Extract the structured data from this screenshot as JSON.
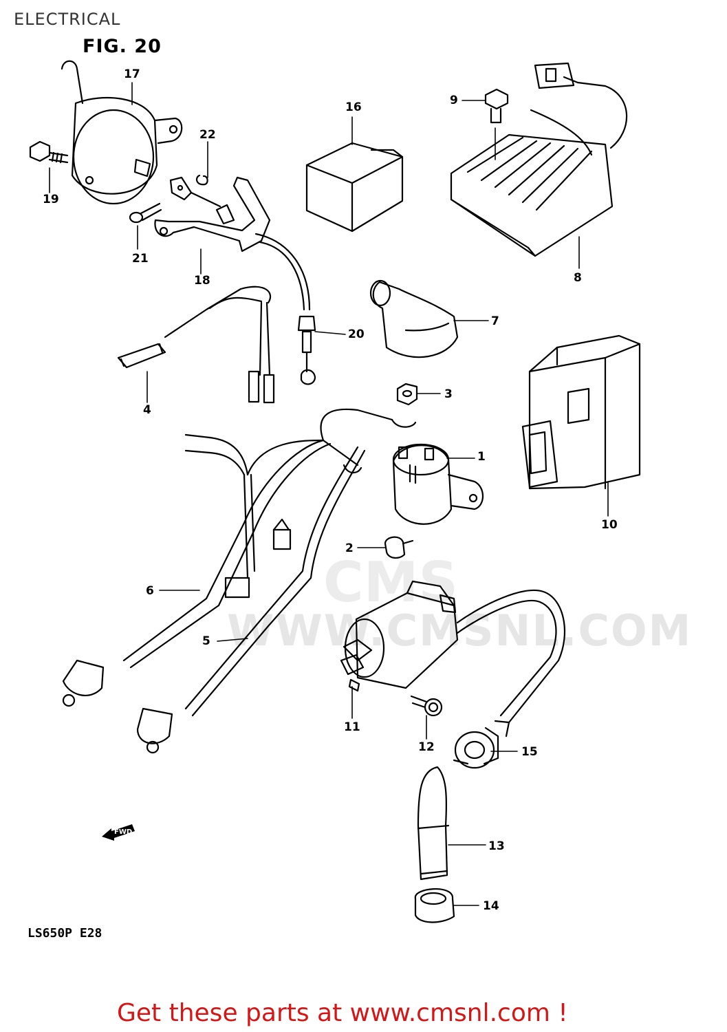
{
  "page": {
    "title": "ELECTRICAL",
    "figure": "FIG. 20",
    "model_code": "LS650P  E28",
    "cta": "Get these parts at www.cmsnl.com !",
    "watermark_main": "CMS",
    "watermark_url": "WWW.CMSNL.COM",
    "fwd_label": "FWD"
  },
  "callouts": {
    "c1": "1",
    "c2": "2",
    "c3": "3",
    "c4": "4",
    "c5": "5",
    "c6": "6",
    "c7": "7",
    "c8": "8",
    "c9": "9",
    "c10": "10",
    "c11": "11",
    "c12": "12",
    "c13": "13",
    "c14": "14",
    "c15": "15",
    "c16": "16",
    "c17": "17",
    "c18": "18",
    "c19": "19",
    "c20": "20",
    "c21": "21",
    "c22": "22"
  },
  "colors": {
    "line": "#000000",
    "cta": "#d41616",
    "watermark": "#e6e6e6"
  }
}
